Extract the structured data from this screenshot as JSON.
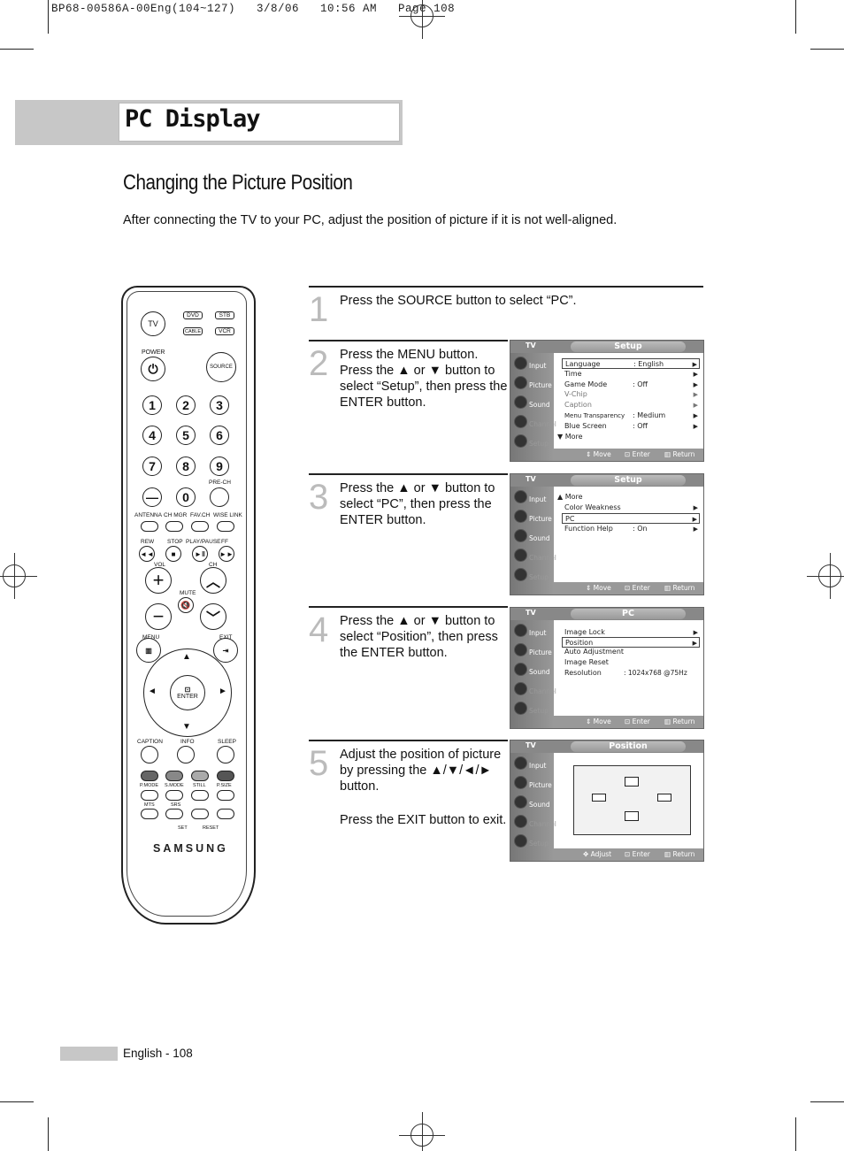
{
  "print_header": "BP68-00586A-00Eng(104~127)   3/8/06   10:56 AM   Page 108",
  "section_title": "PC Display",
  "heading": "Changing the Picture Position",
  "intro": "After connecting the TV to your PC, adjust the position of picture if it is not well-aligned.",
  "remote": {
    "tv": "TV",
    "power": "POWER",
    "source": "SOURCE",
    "dvd": "DVD",
    "stb": "STB",
    "cable": "CABLE",
    "vcr": "VCR",
    "digits": [
      "1",
      "2",
      "3",
      "4",
      "5",
      "6",
      "7",
      "8",
      "9",
      "0"
    ],
    "dash": "—",
    "prech": "PRE-CH",
    "row_labels": [
      "ANTENNA",
      "CH MGR",
      "FAV.CH",
      "WISE LINK"
    ],
    "transport_labels": [
      "REW",
      "STOP",
      "PLAY/PAUSE",
      "FF"
    ],
    "vol": "VOL",
    "ch": "CH",
    "mute": "MUTE",
    "menu": "MENU",
    "exit": "EXIT",
    "enter": "ENTER",
    "bottom_labels": [
      "CAPTION",
      "INFO",
      "SLEEP"
    ],
    "color_labels": [
      "P.MODE",
      "S.MODE",
      "STILL",
      "P.SIZE"
    ],
    "mts": "MTS",
    "srs": "SRS",
    "set": "SET",
    "reset": "RESET",
    "brand": "SAMSUNG"
  },
  "steps": [
    {
      "num": "1",
      "text": "Press the SOURCE button to select “PC”."
    },
    {
      "num": "2",
      "text": "Press the MENU button. Press the ▲ or ▼ button to select “Setup”, then press the ENTER button."
    },
    {
      "num": "3",
      "text": "Press the ▲ or ▼ button to select “PC”, then press the ENTER button."
    },
    {
      "num": "4",
      "text": "Press the ▲ or ▼ button to select “Position”, then press the ENTER button."
    },
    {
      "num": "5",
      "text": "Adjust the position of picture by pressing the ▲/▼/◄/► button.",
      "text2": "Press the EXIT button to exit."
    }
  ],
  "osd_common": {
    "tv": "TV",
    "side": [
      "Input",
      "Picture",
      "Sound",
      "Channel",
      "Setup"
    ],
    "move": "Move",
    "enter": "Enter",
    "return": "Return",
    "adjust": "Adjust"
  },
  "osd_setup": {
    "title": "Setup",
    "rows": [
      {
        "label": "Language",
        "value": ": English"
      },
      {
        "label": "Time",
        "value": ""
      },
      {
        "label": "Game Mode",
        "value": ": Off"
      },
      {
        "label": "V-Chip",
        "value": ""
      },
      {
        "label": "Caption",
        "value": ""
      },
      {
        "label": "Menu Transparency",
        "value": ": Medium"
      },
      {
        "label": "Blue Screen",
        "value": ": Off"
      }
    ],
    "more": "▼ More"
  },
  "osd_setup2": {
    "title": "Setup",
    "more": "▲ More",
    "rows": [
      {
        "label": "Color Weakness",
        "value": ""
      },
      {
        "label": "PC",
        "value": ""
      },
      {
        "label": "Function Help",
        "value": ": On"
      }
    ]
  },
  "osd_pc": {
    "title": "PC",
    "rows": [
      {
        "label": "Image Lock",
        "value": ""
      },
      {
        "label": "Position",
        "value": ""
      },
      {
        "label": "Auto Adjustment",
        "value": ""
      },
      {
        "label": "Image Reset",
        "value": ""
      },
      {
        "label": "Resolution",
        "value": ": 1024x768 @75Hz"
      }
    ]
  },
  "osd_position": {
    "title": "Position"
  },
  "footer": "English - 108"
}
